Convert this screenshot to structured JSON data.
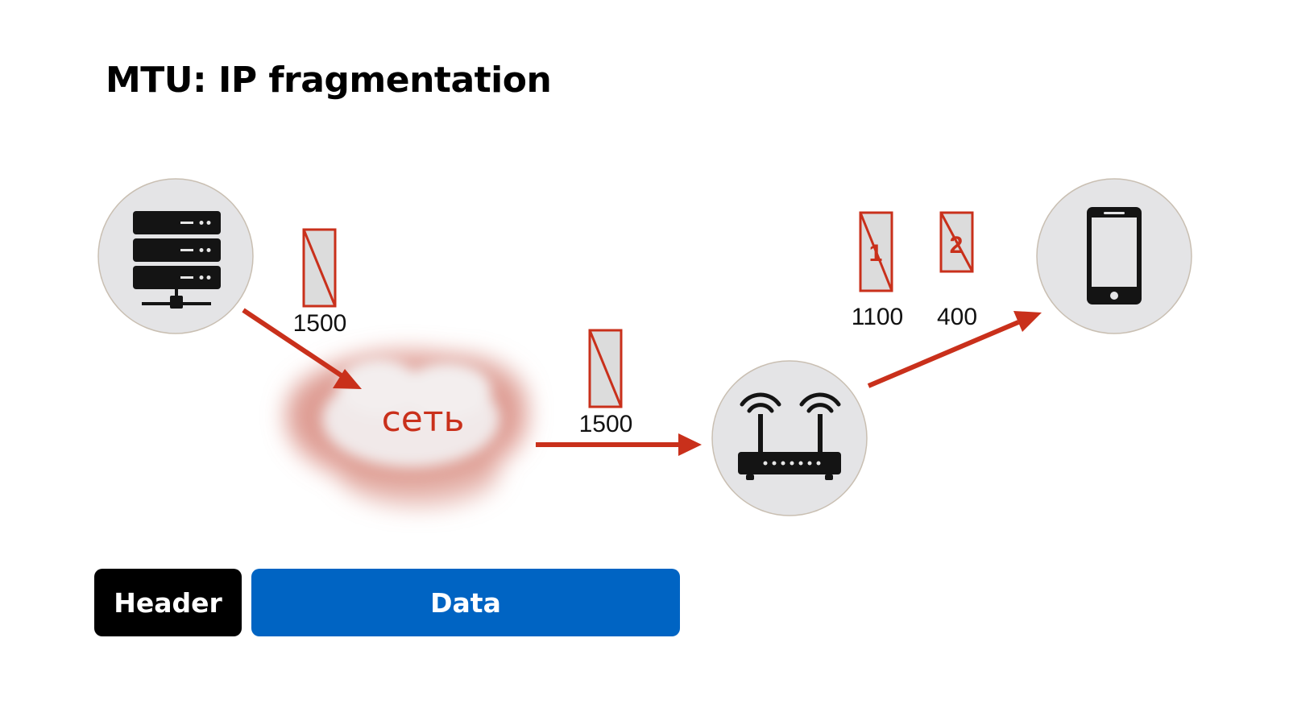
{
  "title": "MTU: IP fragmentation",
  "cloud": {
    "label": "сеть"
  },
  "packets": {
    "server_to_cloud": {
      "size": "1500"
    },
    "cloud_to_router": {
      "size": "1500"
    },
    "fragment_1": {
      "number": "1",
      "size": "1100"
    },
    "fragment_2": {
      "number": "2",
      "size": "400"
    }
  },
  "layout_bar": {
    "header_label": "Header",
    "data_label": "Data"
  },
  "icons": {
    "server": "server-icon",
    "router": "wifi-router-icon",
    "phone": "smartphone-icon",
    "cloud": "cloud-icon"
  },
  "colors": {
    "accent": "#c9301b",
    "data_bar": "#0064c3",
    "header_bar": "#000000"
  }
}
